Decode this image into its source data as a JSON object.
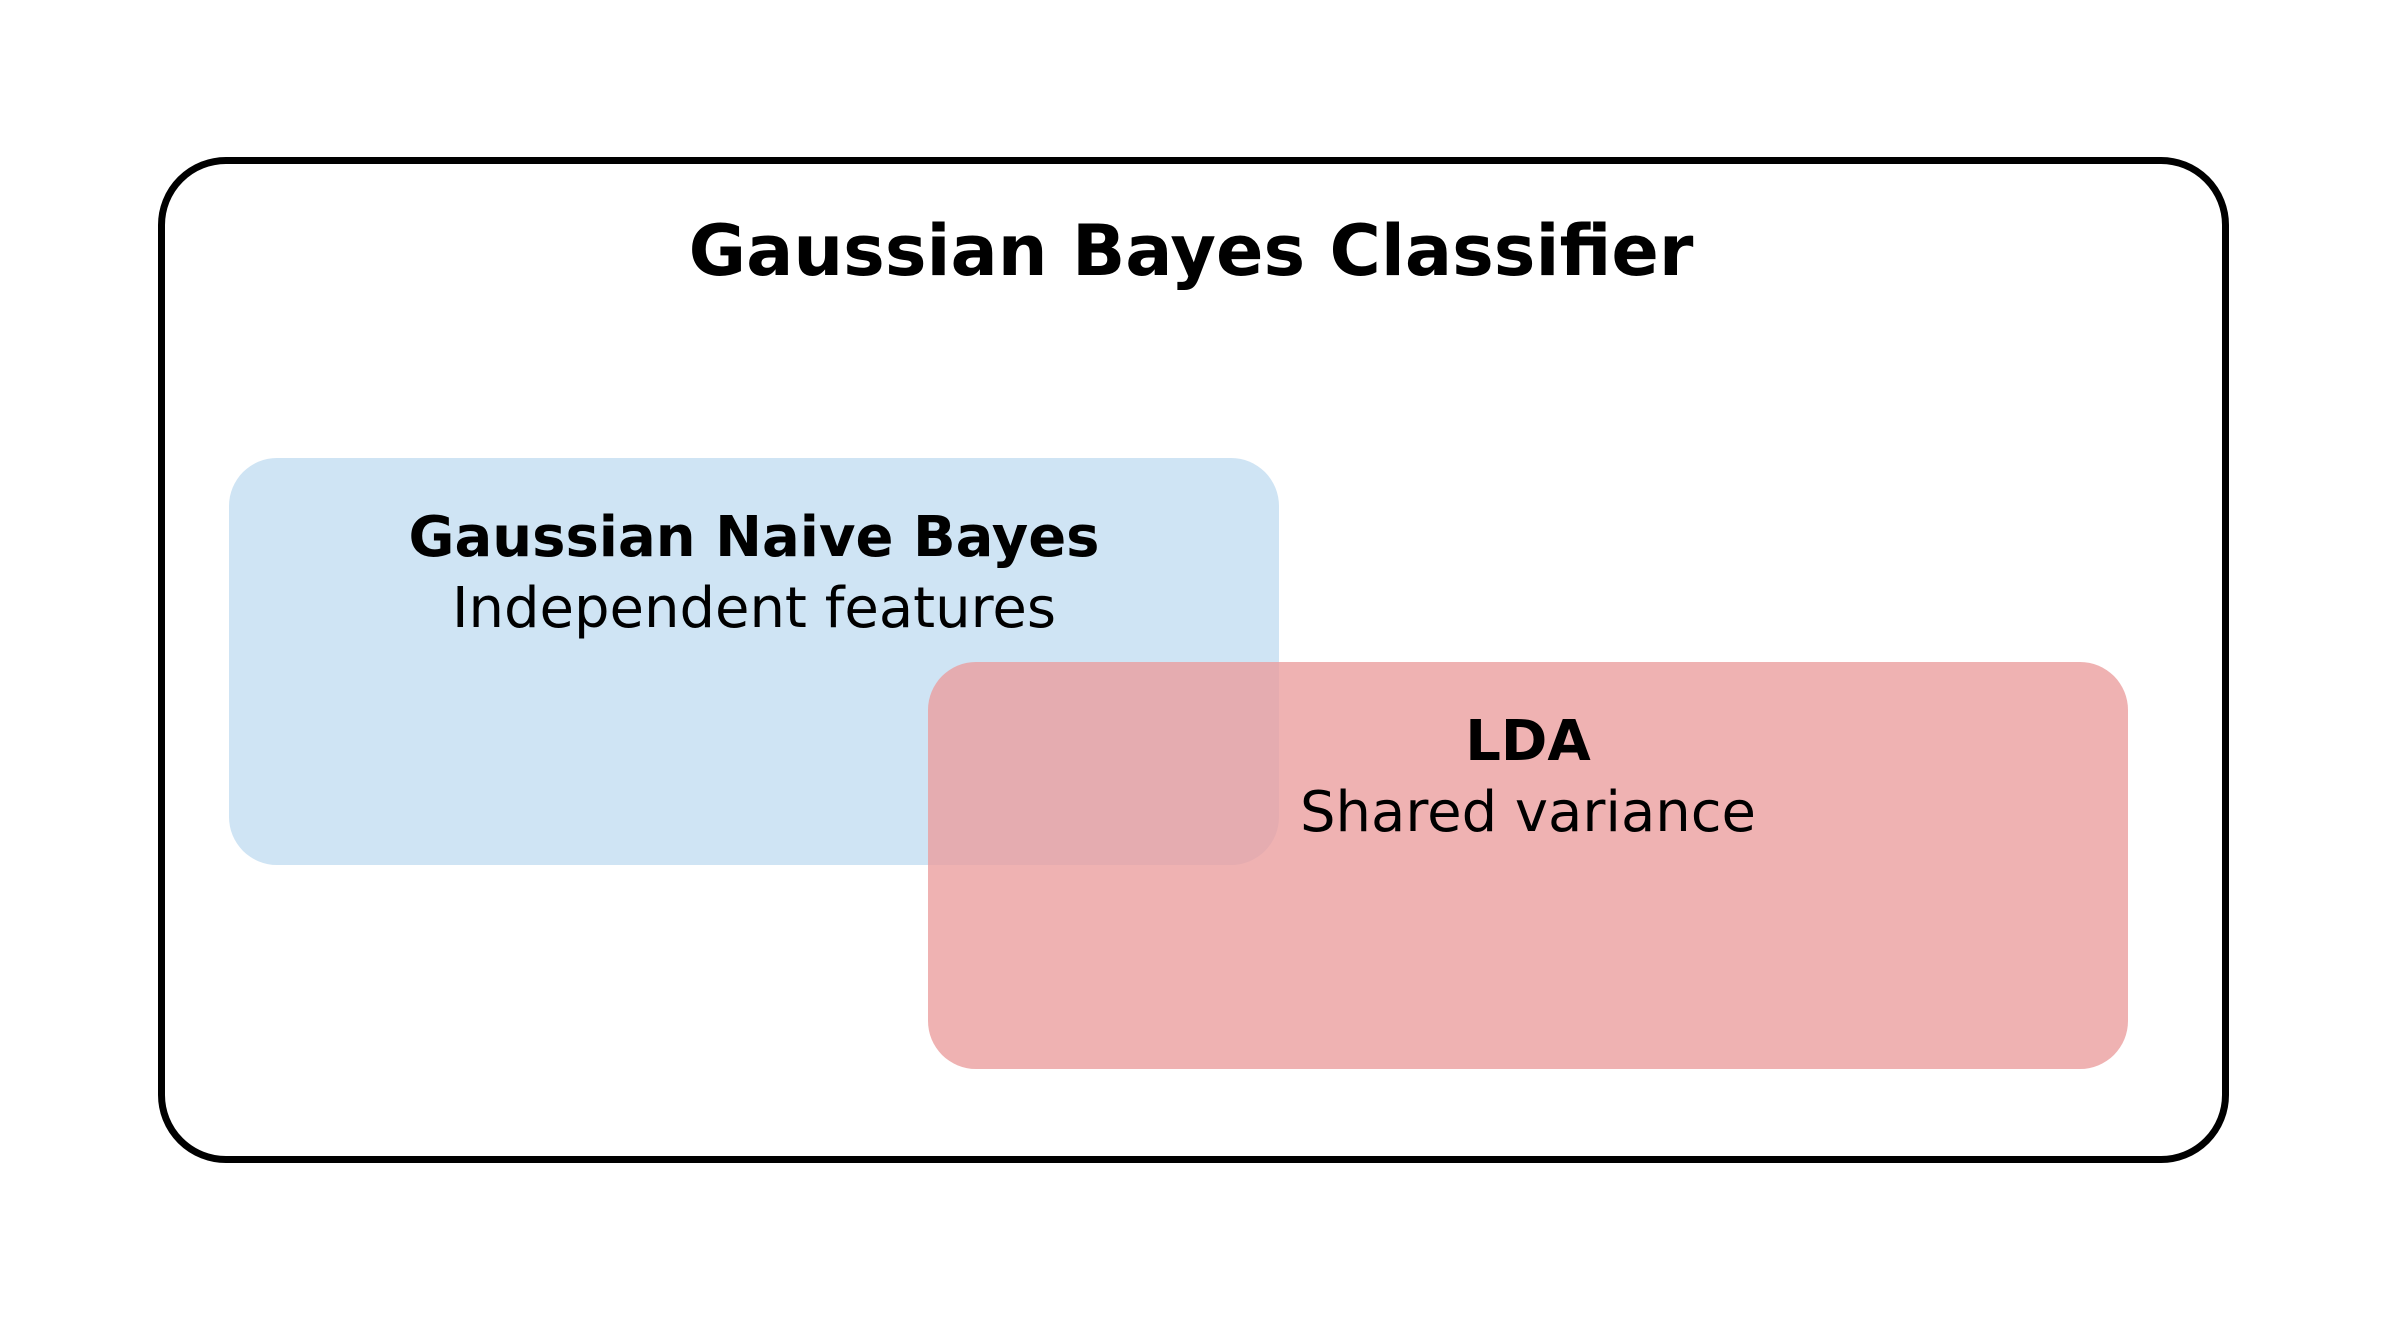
{
  "diagram": {
    "outer": {
      "title": "Gaussian Bayes Classifier"
    },
    "regions": [
      {
        "title": "Gaussian Naive Bayes",
        "subtitle": "Independent features",
        "color": "#cfe4f4"
      },
      {
        "title": "LDA",
        "subtitle": "Shared variance",
        "color": "#eb9c9c"
      }
    ]
  }
}
